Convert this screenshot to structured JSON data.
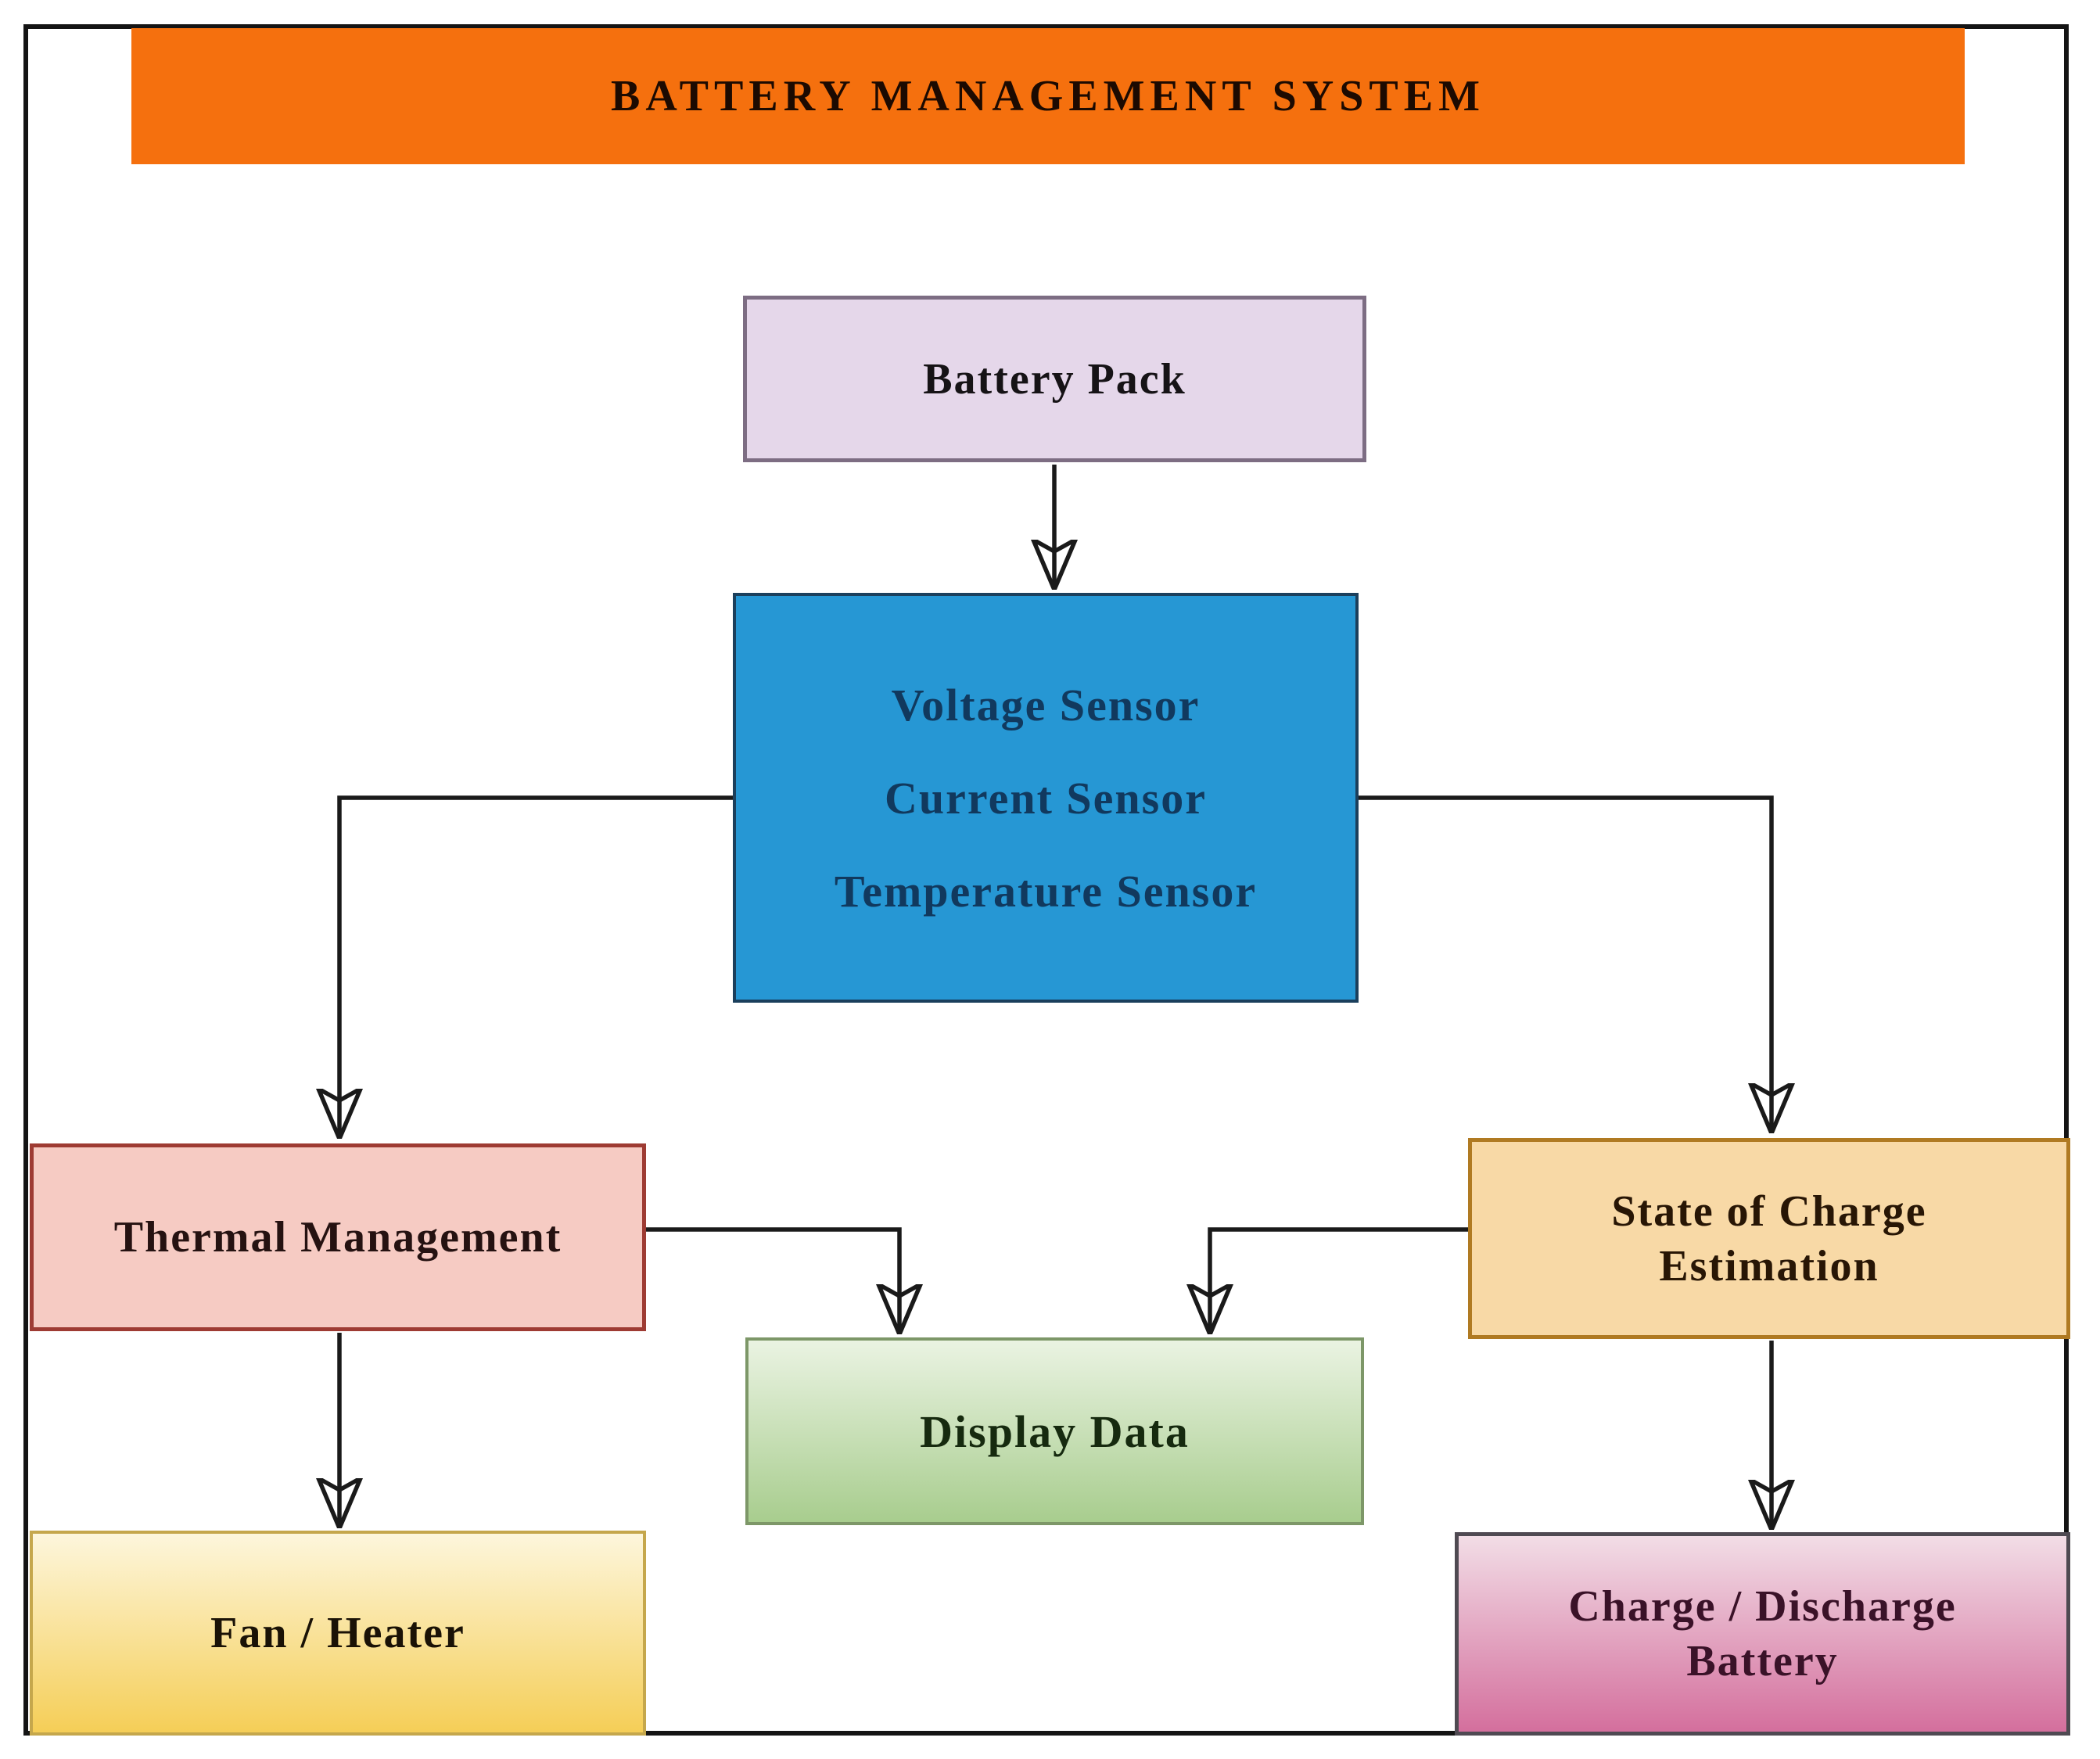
{
  "diagram": {
    "title": "BATTERY MANAGEMENT SYSTEM",
    "nodes": {
      "battery_pack": {
        "label": "Battery Pack",
        "fill": "#e5d7ea",
        "border": "#7d6d83"
      },
      "sensors": {
        "lines": [
          "Voltage Sensor",
          "Current Sensor",
          "Temperature Sensor"
        ],
        "fill": "#2697d4",
        "text_color": "#11395e"
      },
      "thermal": {
        "label": "Thermal Management",
        "fill": "#f6cbc3",
        "border": "#9e3b33"
      },
      "soc": {
        "label": "State of Charge\nEstimation",
        "fill": "#f8d9a6",
        "border": "#b07a22"
      },
      "display": {
        "label": "Display Data",
        "fill_top": "#eaf3e2",
        "fill_bottom": "#a8cd8e",
        "border": "#7d9768"
      },
      "fan": {
        "label": "Fan / Heater",
        "fill_top": "#fdf6dc",
        "fill_bottom": "#f5ce57",
        "border": "#c5a74c"
      },
      "charge": {
        "label": "Charge / Discharge\nBattery",
        "fill_top": "#f2dde6",
        "fill_bottom": "#d46f9d",
        "border": "#4f4a52"
      }
    },
    "edges": [
      {
        "from": "battery_pack",
        "to": "sensors"
      },
      {
        "from": "sensors",
        "to": "thermal"
      },
      {
        "from": "sensors",
        "to": "soc"
      },
      {
        "from": "thermal",
        "to": "display"
      },
      {
        "from": "soc",
        "to": "display"
      },
      {
        "from": "thermal",
        "to": "fan"
      },
      {
        "from": "soc",
        "to": "charge"
      }
    ],
    "colors": {
      "header_fill": "#f5700e",
      "frame_border": "#141414",
      "connector": "#1a1a1a",
      "background": "#ffffff"
    }
  }
}
